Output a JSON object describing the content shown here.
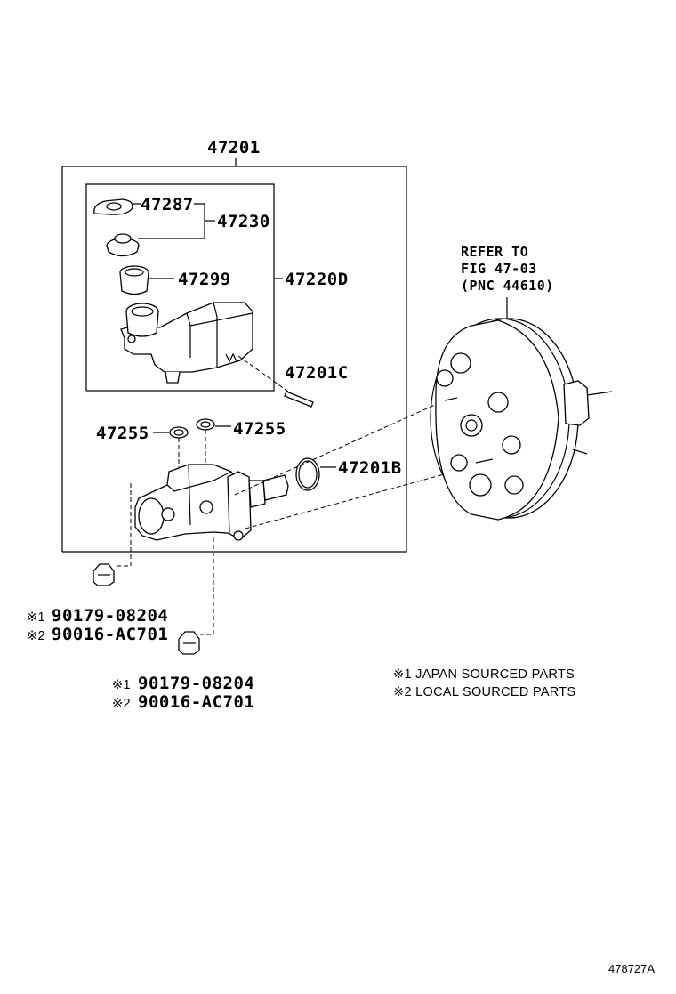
{
  "callouts": {
    "assembly": "47201",
    "reservoir_set": "47220D",
    "cap_gasket": "47287",
    "cap_set": "47230",
    "grommet": "47299",
    "pin": "47201C",
    "ring_left": "47255",
    "ring_right": "47255",
    "oring": "47201B"
  },
  "refer": {
    "line1": "REFER TO",
    "line2": "FIG 47-03",
    "line3": "(PNC 44610)"
  },
  "plug_left": {
    "m1": "※1",
    "pn1": "90179-08204",
    "m2": "※2",
    "pn2": "90016-AC701"
  },
  "plug_bottom": {
    "m1": "※1",
    "pn1": "90179-08204",
    "m2": "※2",
    "pn2": "90016-AC701"
  },
  "legend": {
    "line1": "※1  JAPAN SOURCED PARTS",
    "line2": "※2  LOCAL SOURCED PARTS"
  },
  "figure_id": "478727A"
}
